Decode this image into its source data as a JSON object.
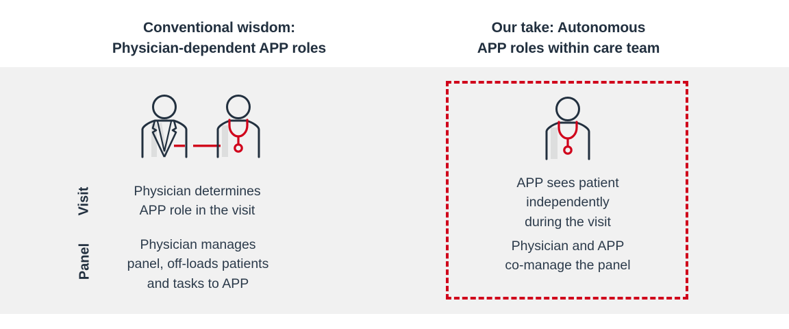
{
  "colors": {
    "navy": "#22303f",
    "red": "#d0021b",
    "band_gray": "#f1f1f1",
    "white": "#ffffff",
    "shadow_gray": "#d9dadb"
  },
  "columns": {
    "left": {
      "title": "Conventional wisdom:\nPhysician-dependent APP roles",
      "rows": [
        {
          "label": "Visit",
          "text": "Physician determines\nAPP role in the visit"
        },
        {
          "label": "Panel",
          "text": "Physician manages\npanel, off-loads patients\nand tasks to APP"
        }
      ]
    },
    "right": {
      "title": "Our take: Autonomous\nAPP roles within care team",
      "rows": [
        {
          "text": "APP sees patient\nindependently\nduring the visit"
        },
        {
          "text": "Physician and APP\nco-manage the panel"
        }
      ]
    }
  }
}
